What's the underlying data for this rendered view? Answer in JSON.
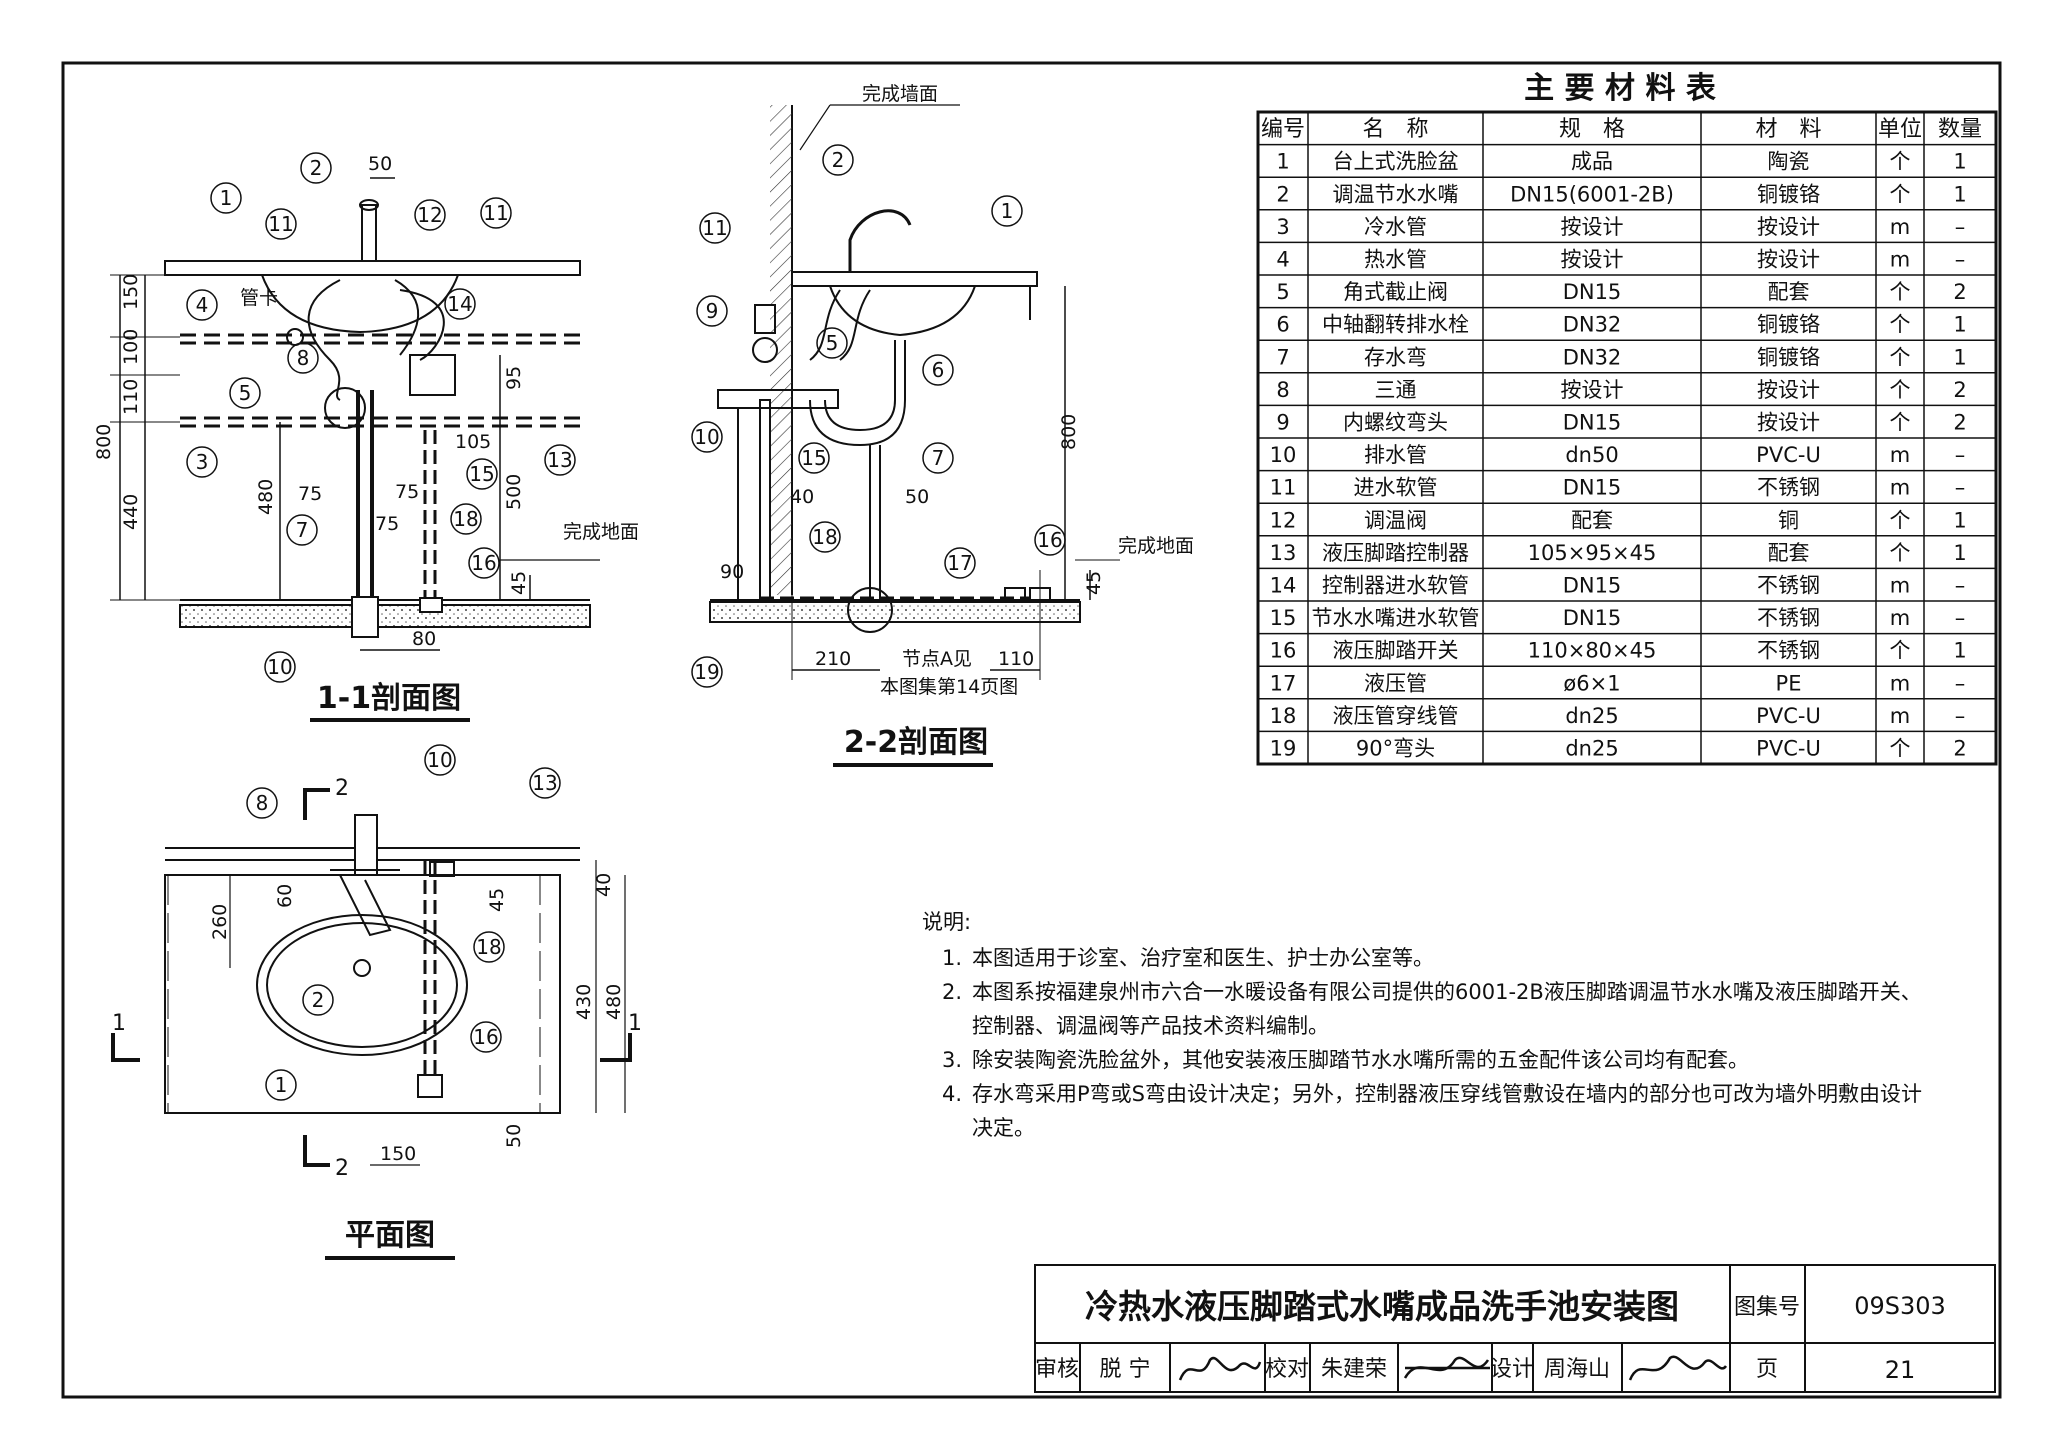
{
  "drawings": {
    "section_1_1": {
      "title": "1-1剖面图",
      "callouts": [
        "1",
        "2",
        "11",
        "12",
        "11",
        "4",
        "14",
        "8",
        "5",
        "3",
        "13",
        "15",
        "7",
        "18",
        "16",
        "10"
      ],
      "dims": [
        "50",
        "150",
        "100",
        "110",
        "800",
        "440",
        "480",
        "75",
        "75",
        "75",
        "105",
        "95",
        "500",
        "45",
        "80"
      ],
      "labels": {
        "pipe_clamp": "管卡",
        "floor": "完成地面"
      }
    },
    "section_2_2": {
      "title": "2-2剖面图",
      "callouts": [
        "2",
        "1",
        "11",
        "9",
        "5",
        "6",
        "10",
        "15",
        "7",
        "18",
        "17",
        "16",
        "19"
      ],
      "dims": [
        "800",
        "40",
        "50",
        "90",
        "45",
        "210",
        "110"
      ],
      "labels": {
        "wall": "完成墙面",
        "floor": "完成地面",
        "node_line1": "节点A见",
        "node_line2": "本图集第14页图"
      }
    },
    "plan": {
      "title": "平面图",
      "section_marks": [
        "2",
        "2",
        "1",
        "1"
      ],
      "callouts": [
        "10",
        "8",
        "13",
        "2",
        "18",
        "16",
        "1"
      ],
      "dims": [
        "40",
        "260",
        "60",
        "45",
        "430",
        "480",
        "50",
        "150"
      ]
    }
  },
  "materials": {
    "title": "主 要 材 料 表",
    "headers": [
      "编号",
      "名　称",
      "规　格",
      "材　料",
      "单位",
      "数量"
    ],
    "rows": [
      [
        "1",
        "台上式洗脸盆",
        "成品",
        "陶瓷",
        "个",
        "1"
      ],
      [
        "2",
        "调温节水水嘴",
        "DN15(6001-2B)",
        "铜镀铬",
        "个",
        "1"
      ],
      [
        "3",
        "冷水管",
        "按设计",
        "按设计",
        "m",
        "–"
      ],
      [
        "4",
        "热水管",
        "按设计",
        "按设计",
        "m",
        "–"
      ],
      [
        "5",
        "角式截止阀",
        "DN15",
        "配套",
        "个",
        "2"
      ],
      [
        "6",
        "中轴翻转排水栓",
        "DN32",
        "铜镀铬",
        "个",
        "1"
      ],
      [
        "7",
        "存水弯",
        "DN32",
        "铜镀铬",
        "个",
        "1"
      ],
      [
        "8",
        "三通",
        "按设计",
        "按设计",
        "个",
        "2"
      ],
      [
        "9",
        "内螺纹弯头",
        "DN15",
        "按设计",
        "个",
        "2"
      ],
      [
        "10",
        "排水管",
        "dn50",
        "PVC-U",
        "m",
        "–"
      ],
      [
        "11",
        "进水软管",
        "DN15",
        "不锈钢",
        "m",
        "–"
      ],
      [
        "12",
        "调温阀",
        "配套",
        "铜",
        "个",
        "1"
      ],
      [
        "13",
        "液压脚踏控制器",
        "105×95×45",
        "配套",
        "个",
        "1"
      ],
      [
        "14",
        "控制器进水软管",
        "DN15",
        "不锈钢",
        "m",
        "–"
      ],
      [
        "15",
        "节水水嘴进水软管",
        "DN15",
        "不锈钢",
        "m",
        "–"
      ],
      [
        "16",
        "液压脚踏开关",
        "110×80×45",
        "不锈钢",
        "个",
        "1"
      ],
      [
        "17",
        "液压管",
        "ø6×1",
        "PE",
        "m",
        "–"
      ],
      [
        "18",
        "液压管穿线管",
        "dn25",
        "PVC-U",
        "m",
        "–"
      ],
      [
        "19",
        "90°弯头",
        "dn25",
        "PVC-U",
        "个",
        "2"
      ]
    ]
  },
  "notes": {
    "heading": "说明:",
    "items": [
      {
        "num": "1.",
        "text": "本图适用于诊室、治疗室和医生、护士办公室等。"
      },
      {
        "num": "2.",
        "text": "本图系按福建泉州市六合一水暖设备有限公司提供的6001-2B液压脚踏调温节水水嘴及液压脚踏开关、控制器、调温阀等产品技术资料编制。"
      },
      {
        "num": "3.",
        "text": "除安装陶瓷洗脸盆外，其他安装液压脚踏节水水嘴所需的五金配件该公司均有配套。"
      },
      {
        "num": "4.",
        "text": "存水弯采用P弯或S弯由设计决定；另外，控制器液压穿线管敷设在墙内的部分也可改为墙外明敷由设计决定。"
      }
    ]
  },
  "title_block": {
    "drawing_title": "冷热水液压脚踏式水嘴成品洗手池安装图",
    "atlas_no_label": "图集号",
    "atlas_no": "09S303",
    "review_label": "审核",
    "reviewer": "脱 宁",
    "check_label": "校对",
    "checker": "朱建荣",
    "design_label": "设计",
    "designer": "周海山",
    "page_label": "页",
    "page": "21"
  }
}
